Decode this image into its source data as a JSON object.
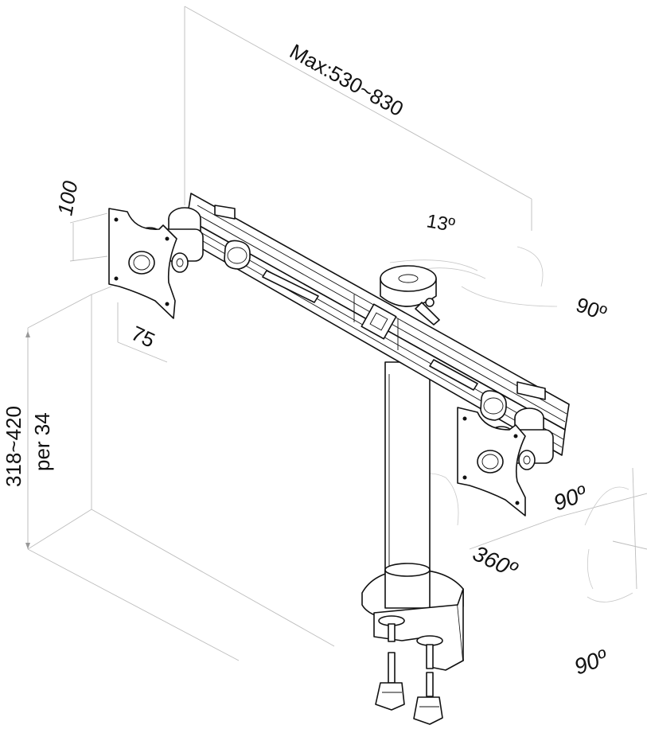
{
  "diagram": {
    "labels": {
      "max_reach": "Max:530~830",
      "tilt_top": "13º",
      "rotate_right": "90º",
      "vesa_height": "100",
      "vesa_width": "75",
      "height_range": "318~420",
      "height_step": "per 34",
      "rotate_panel": "90º",
      "swivel": "360º",
      "rotate_bottom": "90º"
    }
  }
}
